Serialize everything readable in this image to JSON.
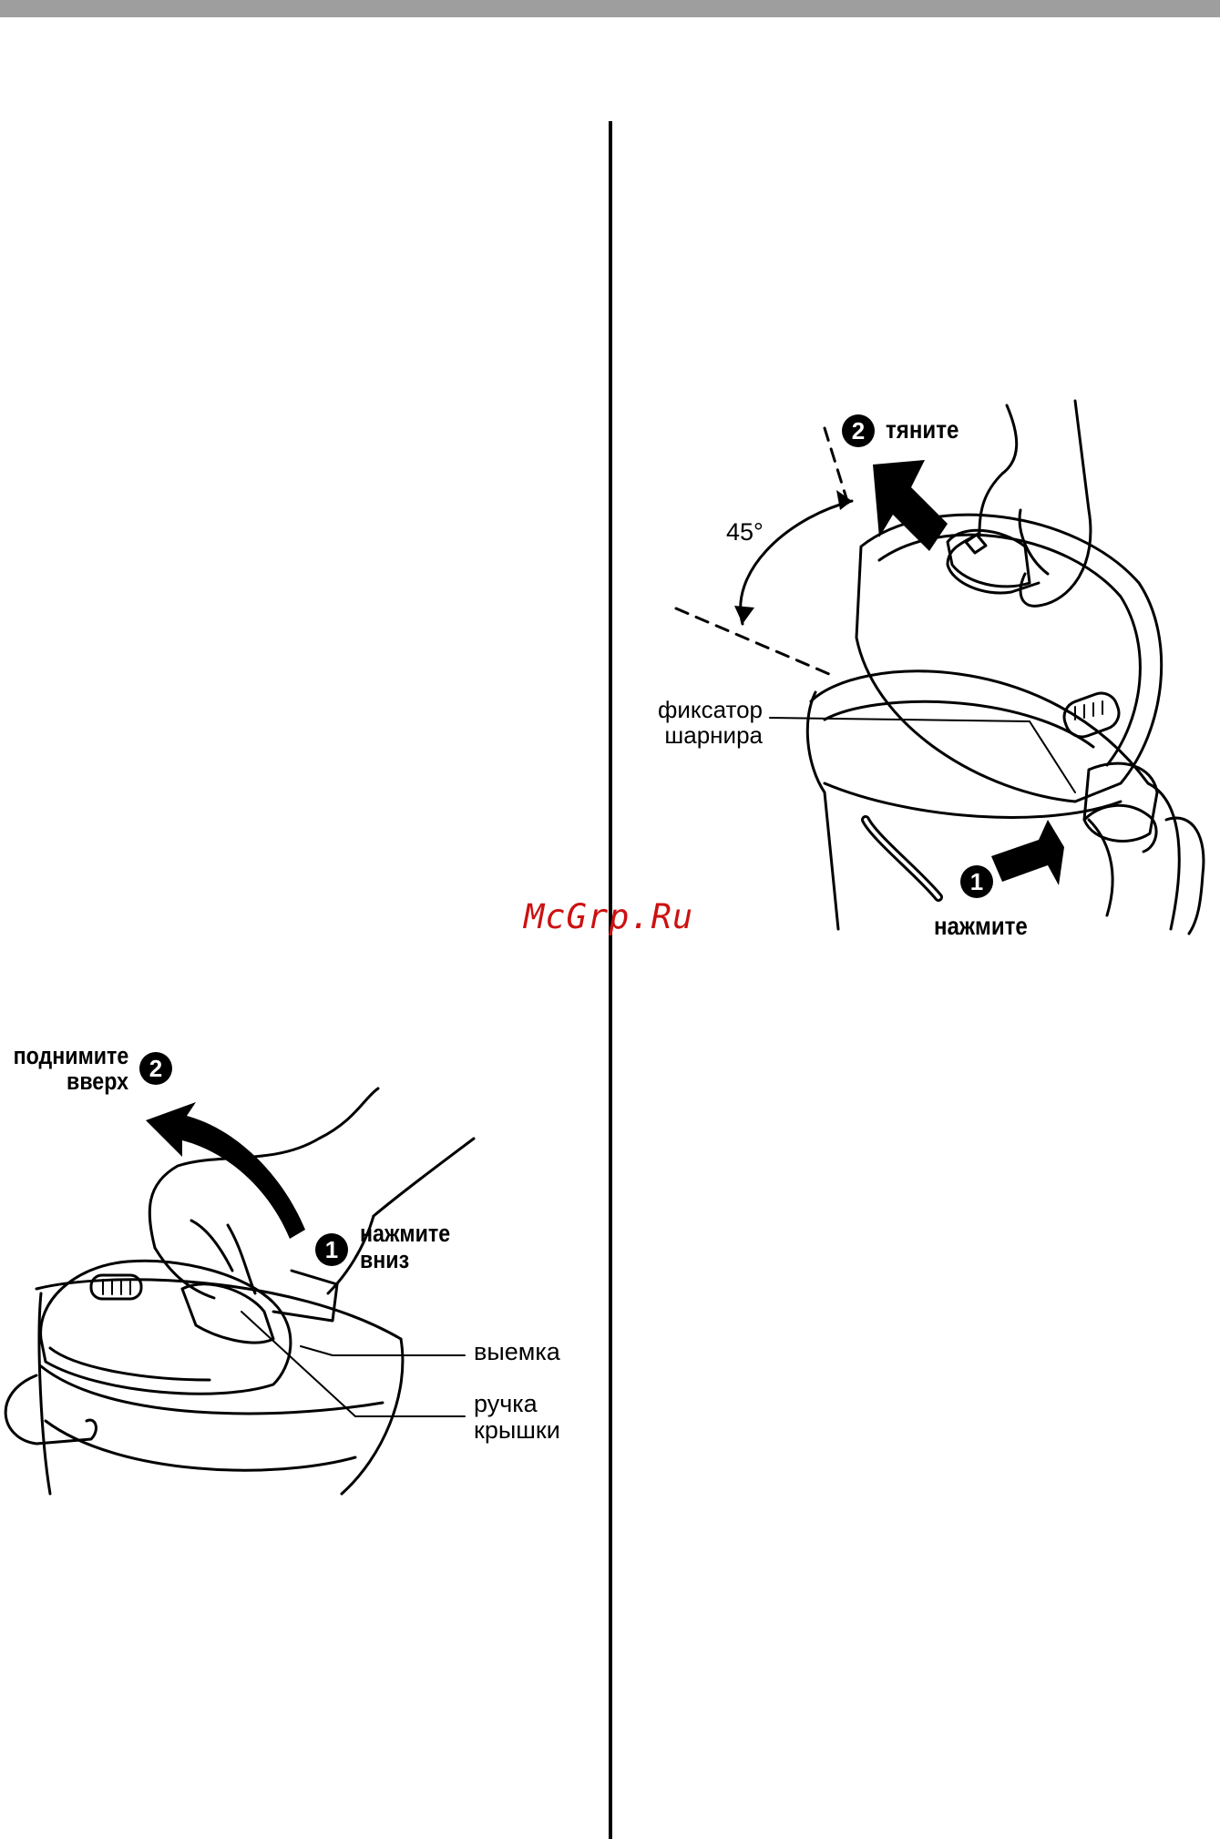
{
  "watermark": "McGrp.Ru",
  "figure_right": {
    "step1_number": "1",
    "step1_label": "нажмите",
    "step2_number": "2",
    "step2_label": "тяните",
    "angle_label": "45°",
    "callout_line1": "фиксатор",
    "callout_line2": "шарнира"
  },
  "figure_left": {
    "step2_number": "2",
    "step2_line1": "поднимите",
    "step2_line2": "вверх",
    "step1_number": "1",
    "step1_line1": "нажмите",
    "step1_line2": "вниз",
    "callout_notch": "выемка",
    "callout_handle_line1": "ручка",
    "callout_handle_line2": "крышки"
  }
}
